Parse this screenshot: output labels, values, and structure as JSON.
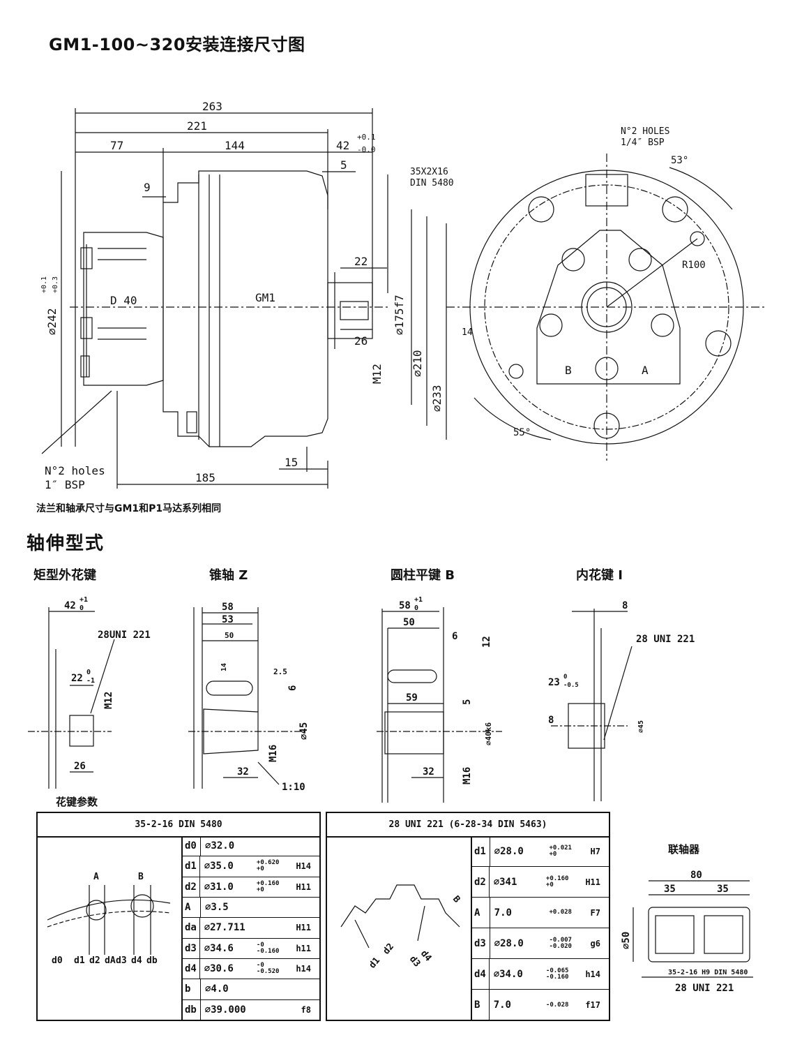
{
  "title": "GM1-100~320安装连接尺寸图",
  "note": "法兰和轴承尺寸与GM1和P1马达系列相同",
  "section_title": "轴伸型式",
  "shaft_types": [
    "矩型外花键",
    "锥轴 Z",
    "圆柱平键 B",
    "内花键 Ⅰ"
  ],
  "spline_params_label": "花键参数",
  "coupling_label": "联轴器",
  "main_drawing": {
    "dims_top": [
      "263",
      "221",
      "77",
      "144",
      "42",
      "+0.1",
      "-0.0",
      "5",
      "9"
    ],
    "spline_spec": [
      "35X2X16",
      "DIN 5480"
    ],
    "dims_shaft": [
      "22",
      "26",
      "M12",
      "∅175f7",
      "∅210",
      "∅233"
    ],
    "diameter_left": "∅242",
    "tol_left": [
      "+0.1",
      "+0.3"
    ],
    "d_label": "D 40",
    "model_label": "GM1",
    "holes_left": [
      "N°2 holes",
      "1″ BSP"
    ],
    "dims_bottom": [
      "15",
      "185"
    ],
    "holes_right": [
      "N°2 HOLES",
      "1/4″ BSP"
    ],
    "angles": [
      "53°",
      "55°"
    ],
    "radius": "R100",
    "side_dim": "14",
    "ports": [
      "B",
      "A"
    ]
  },
  "shaft_rect": {
    "dims": [
      "42",
      "+1",
      "0",
      "28UNI 221",
      "22",
      "0",
      "-1",
      "M12",
      "26"
    ]
  },
  "shaft_taper": {
    "dims": [
      "58",
      "53",
      "50",
      "14",
      "2.5",
      "6",
      "∅45",
      "M16",
      "32",
      "1:10"
    ]
  },
  "shaft_key": {
    "dims": [
      "58",
      "+1",
      "0",
      "50",
      "6",
      "12",
      "59",
      "5",
      "∅40k6",
      "M16",
      "32"
    ]
  },
  "shaft_internal": {
    "dims": [
      "8",
      "28 UNI 221",
      "23",
      "0",
      "-0.5",
      "8",
      "∅45"
    ]
  },
  "table1": {
    "title": "35-2-16 DIN 5480",
    "labels": [
      "d0",
      "d1",
      "d2",
      "dA",
      "d3",
      "d4",
      "db",
      "A",
      "B"
    ],
    "rows": [
      {
        "k": "d0",
        "v": "∅32.0",
        "t": "",
        "f": ""
      },
      {
        "k": "d1",
        "v": "∅35.0",
        "t": "+0.620\n+0",
        "f": "H14"
      },
      {
        "k": "d2",
        "v": "∅31.0",
        "t": "+0.160\n+0",
        "f": "H11"
      },
      {
        "k": "A",
        "v": "∅3.5",
        "t": "",
        "f": ""
      },
      {
        "k": "da",
        "v": "∅27.711",
        "t": "",
        "f": "H11"
      },
      {
        "k": "d3",
        "v": "∅34.6",
        "t": "-0\n-0.160",
        "f": "h11"
      },
      {
        "k": "d4",
        "v": "∅30.6",
        "t": "-0\n-0.520",
        "f": "h14"
      },
      {
        "k": "b",
        "v": "∅4.0",
        "t": "",
        "f": ""
      },
      {
        "k": "db",
        "v": "∅39.000",
        "t": "",
        "f": "f8"
      }
    ]
  },
  "table2": {
    "title": "28 UNI 221  (6-28-34 DIN 5463)",
    "labels": [
      "d1",
      "d2",
      "d3",
      "d4",
      "B"
    ],
    "rows": [
      {
        "k": "d1",
        "v": "∅28.0",
        "t": "+0.021\n+0",
        "f": "H7"
      },
      {
        "k": "d2",
        "v": "∅341",
        "t": "+0.160\n+0",
        "f": "H11"
      },
      {
        "k": "A",
        "v": "7.0",
        "t": "+0.028",
        "f": "F7"
      },
      {
        "k": "d3",
        "v": "∅28.0",
        "t": "-0.007\n-0.020",
        "f": "g6"
      },
      {
        "k": "d4",
        "v": "∅34.0",
        "t": "-0.065\n-0.160",
        "f": "h14"
      },
      {
        "k": "B",
        "v": "7.0",
        "t": "-0.028",
        "f": "f17"
      }
    ]
  },
  "coupling": {
    "dims": [
      "80",
      "35",
      "35",
      "∅50"
    ],
    "spec": [
      "35-2-16 H9 DIN 5480",
      "28 UNI 221"
    ]
  }
}
